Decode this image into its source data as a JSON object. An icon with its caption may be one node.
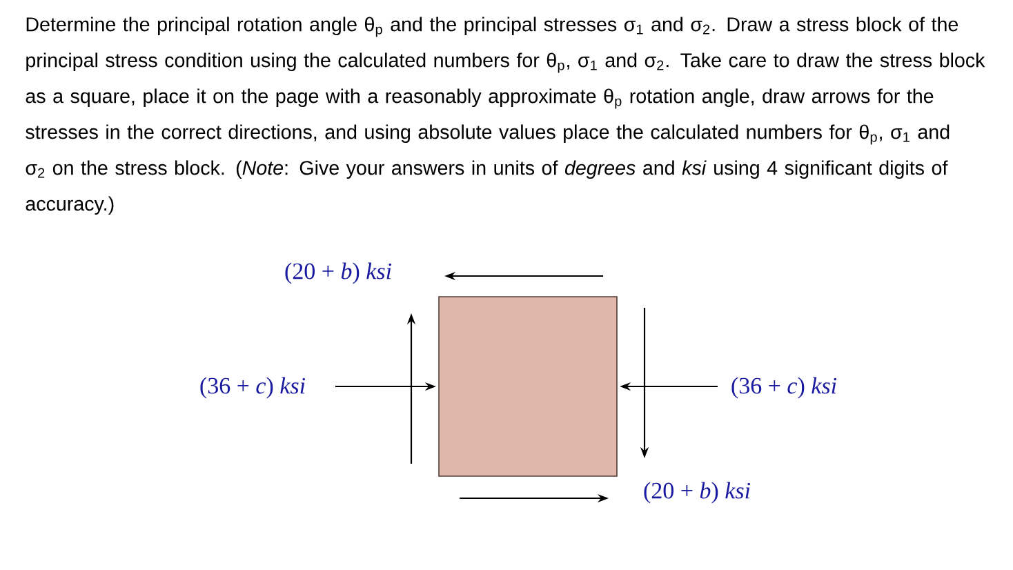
{
  "diagram": {
    "nodes": [
      {
        "text": [],
        "shape": "box"
      }
    ],
    "labels": [
      "Determine the principal rotation angle θ$_{p}$ and the principal stresses σ$_{1}$ and σ$_{2}$. Draw a stress block of the principal stress condition using the calculated numbers for θ$_{p}$, σ$_{1}$ and σ$_{2}$. Take care to draw the stress block as a square, place it on the page with a reasonably approximate θ$_{p}$ rotation angle, draw arrows for the stresses in the correct directions, and using absolute values place the calculated numbers for θ$_{p}$, σ$_{1}$ and σ$_{2}$ on the stress block. (*Note*: Give your answers in units of *degrees* and *ksi* using 4 significant digits of accuracy.)",
      "(20 + *b*) *ksi*",
      "(36 + *c*) *ksi*",
      "(36 + *c*) *ksi*",
      "(20 + *b*) *ksi*"
    ]
  }
}
